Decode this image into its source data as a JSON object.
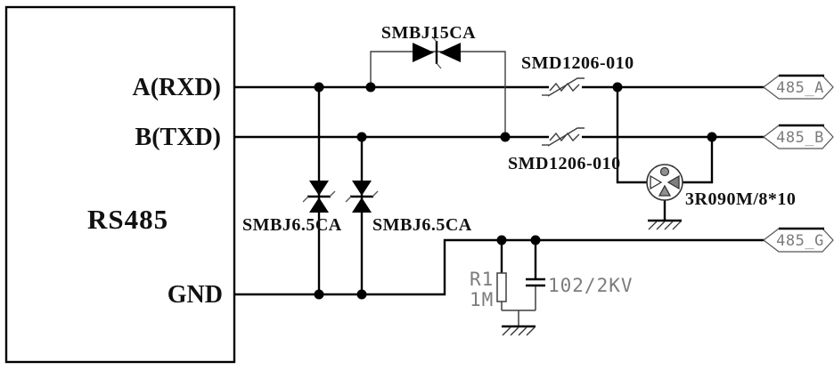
{
  "diagram": {
    "type": "schematic",
    "description": "RS485 interface surge protection circuit",
    "chip": {
      "name": "RS485",
      "pin_a": "A(RXD)",
      "pin_b": "B(TXD)",
      "pin_gnd": "GND"
    },
    "components": {
      "tvs_line_to_line": "SMBJ15CA",
      "fuse_line_a": "SMD1206-010",
      "fuse_line_b": "SMD1206-010",
      "tvs_line_a": "SMBJ6.5CA",
      "tvs_line_b": "SMBJ6.5CA",
      "gas_discharge_tube": "3R090M/8*10",
      "resistor_ref": "R1",
      "resistor_value": "1M",
      "capacitor_value": "102/2KV"
    },
    "nets": {
      "net_a": "485_A",
      "net_b": "485_B",
      "net_g": "485_G"
    },
    "colors": {
      "wire": "#000000",
      "symbol_detail": "#3f3f3f",
      "part_label": "#111111",
      "cad_label": "#7c7c7c"
    }
  }
}
